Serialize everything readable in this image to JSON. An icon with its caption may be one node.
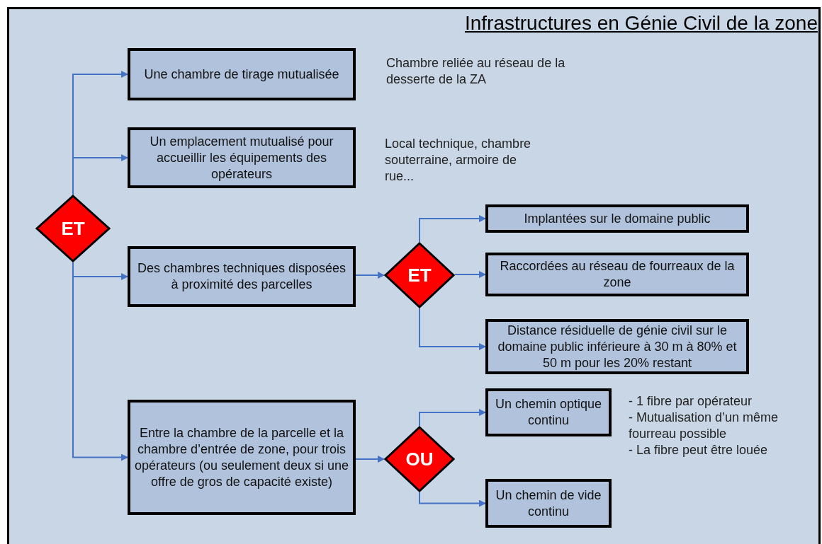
{
  "diagram": {
    "title": "Infrastructures en Génie Civil de la zone",
    "nodes": [
      {
        "text": [
          "ET"
        ]
      },
      {
        "text": [
          "Une chambre de tirage mutualisée"
        ],
        "beside": [
          "Chambre reliée au réseau de la desserte de la ZA"
        ]
      },
      {
        "text": [
          "Un emplacement mutualisé pour accueillir les équipements des opérateurs"
        ],
        "beside": [
          "Local technique, chambre souterraine, armoire de rue..."
        ]
      },
      {
        "text": [
          "Des chambres techniques disposées à proximité des parcelles"
        ]
      },
      {
        "text": [
          "ET"
        ]
      },
      {
        "text": [
          "Implantées sur le domaine public"
        ]
      },
      {
        "text": [
          "Raccordées au réseau de fourreaux de la zone"
        ]
      },
      {
        "text": [
          "Distance résiduelle de génie civil sur le domaine public inférieure à 30 m à 80% et 50 m pour les 20% restant"
        ]
      },
      {
        "text": [
          "Entre la chambre de la parcelle et la chambre d’entrée de zone, pour trois opérateurs (ou seulement deux si une offre de gros de capacité existe)"
        ]
      },
      {
        "text": [
          "OU"
        ]
      },
      {
        "text": [
          "Un chemin optique continu"
        ],
        "beside": [
          "- 1 fibre par opérateur",
          "- Mutualisation d’un même fourreau possible",
          "- La fibre peut être louée"
        ]
      },
      {
        "text": [
          "Un chemin de vide continu"
        ]
      }
    ],
    "edges": [
      {
        "from": 0,
        "to": 1,
        "arrow": "to"
      },
      {
        "from": 0,
        "to": 2,
        "arrow": "to"
      },
      {
        "from": 0,
        "to": 3,
        "arrow": "to"
      },
      {
        "from": 0,
        "to": 8,
        "arrow": "to"
      },
      {
        "from": 3,
        "to": 4,
        "arrow": "to"
      },
      {
        "from": 4,
        "to": 5,
        "arrow": "to"
      },
      {
        "from": 4,
        "to": 6,
        "arrow": "to"
      },
      {
        "from": 4,
        "to": 7,
        "arrow": "to"
      },
      {
        "from": 8,
        "to": 9,
        "arrow": "to"
      },
      {
        "from": 9,
        "to": 10,
        "arrow": "to"
      },
      {
        "from": 9,
        "to": 11,
        "arrow": "to"
      }
    ]
  }
}
